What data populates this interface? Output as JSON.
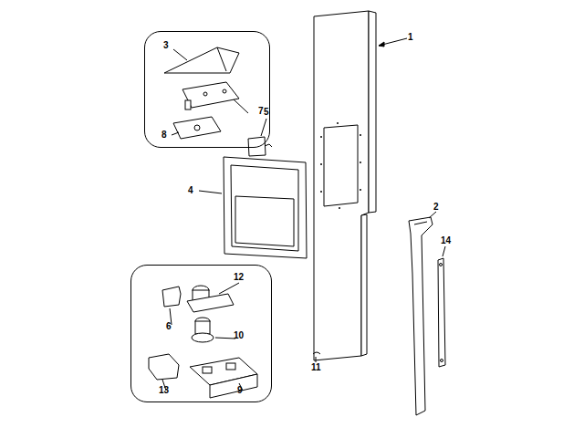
{
  "diagram": {
    "nodes": [
      {
        "text": [
          "3",
          "7",
          "8"
        ]
      },
      {
        "text": [
          "12",
          "6",
          "10",
          "13",
          "9"
        ]
      }
    ],
    "labels": [
      "1",
      "5",
      "4",
      "2",
      "14",
      "11"
    ]
  }
}
